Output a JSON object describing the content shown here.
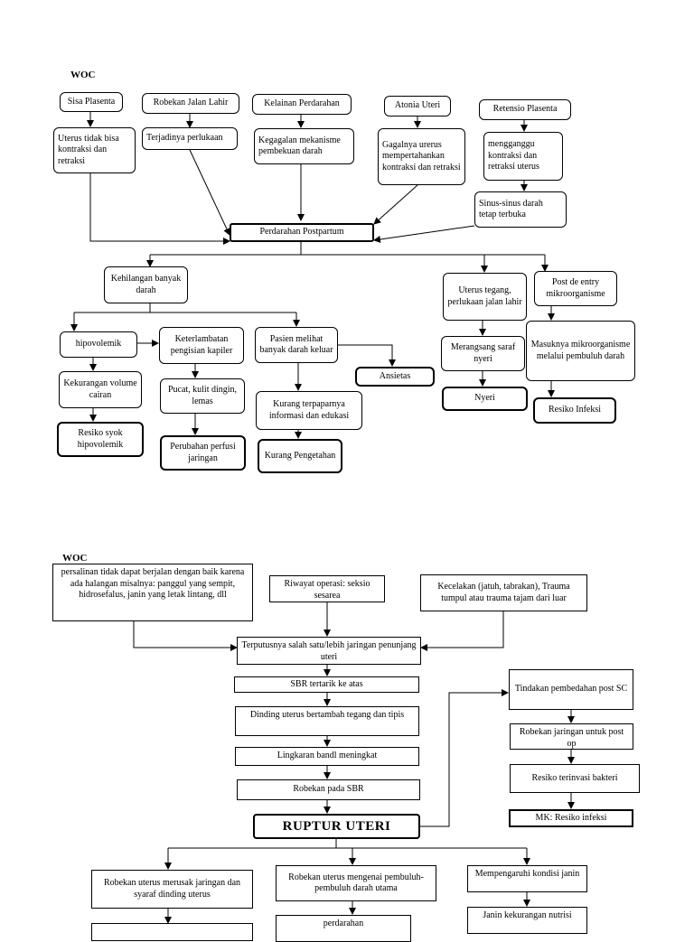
{
  "diagram1": {
    "title": "WOC",
    "sisa_plasenta": "Sisa Plasenta",
    "robekan_jalan_lahir": "Robekan Jalan Lahir",
    "kelainan_perdarahan": "Kelainan Perdarahan",
    "atonia_uteri": "Atonia Uteri",
    "retensio_plasenta": "Retensio Plasenta",
    "uterus_tidak_kontraksi": "Uterus tidak bisa kontraksi dan retraksi",
    "terjadinya_perlukaan": "Terjadinya perlukaan",
    "kegagalan_pembekuan": "Kegagalan mekanisme pembekuan darah",
    "gagalnya_uterus": "Gagalnya urerus mempertahankan kontraksi dan retraksi",
    "mengganggu_kontraksi": "mengganggu kontraksi dan retraksi uterus",
    "sinus_terbuka": "Sinus-sinus darah tetap terbuka",
    "perdarahan_postpartum": "Perdarahan Postpartum",
    "kehilangan_darah": "Kehilangan banyak darah",
    "uterus_tegang": "Uterus tegang, perlukaan jalan lahir",
    "post_de_entry": "Post de entry mikroorganisme",
    "hipovolemik": "hipovolemik",
    "keterlambatan_kapiler": "Keterlambatan pengisian kapiler",
    "pasien_melihat_darah": "Pasien melihat banyak darah keluar",
    "ansietas": "Ansietas",
    "merangsang_saraf": "Merangsang saraf nyeri",
    "masuknya_mikroorganisme": "Masuknya mikroorganisme melalui pembuluh darah",
    "kekurangan_cairan": "Kekurangan volume cairan",
    "pucat_dingin": "Pucat, kulit dingin, lemas",
    "kurang_informasi": "Kurang terpaparnya informasi dan edukasi",
    "nyeri": "Nyeri",
    "resiko_infeksi": "Resiko Infeksi",
    "resiko_syok": "Resiko syok hipovolemik",
    "perubahan_perfusi": "Perubahan perfusi jaringan",
    "kurang_pengetahuan": "Kurang Pengetahan"
  },
  "diagram2": {
    "title": "WOC",
    "persalinan": "persalinan tidak dapat berjalan dengan baik karena ada halangan misalnya: panggul yang sempit, hidrosefalus, janin yang letak lintang, dll",
    "riwayat_operasi": "Riwayat operasi: seksio sesarea",
    "kecelakaan": "Kecelakan (jatuh, tabrakan), Trauma tumpul atau trauma tajam dari luar",
    "terputusnya_jaringan": "Terputusnya salah satu/lebih jaringan penunjang uteri",
    "sbr_tertarik": "SBR tertarik ke atas",
    "dinding_uterus": "Dinding uterus bertambah tegang dan tipis",
    "lingkaran_bandl": "Lingkaran bandl meningkat",
    "robekan_sbr": "Robekan pada SBR",
    "ruptur_uteri": "RUPTUR UTERI",
    "tindakan_pembedahan": "Tindakan pembedahan post SC",
    "robekan_jaringan": "Robekan jaringan untuk post op",
    "resiko_invasi": "Resiko terinvasi bakteri",
    "mk_resiko_infeksi": "MK: Resiko infeksi",
    "robekan_saraf": "Robekan uterus merusak jaringan dan syaraf dinding uterus",
    "robekan_pembuluh": "Robekan uterus mengenai pembuluh-pembuluh darah utama",
    "mempengaruhi_janin": "Mempengaruhi kondisi janin",
    "perdarahan": "perdarahan",
    "janin_kekurangan": "Janin kekurangan nutrisi"
  }
}
